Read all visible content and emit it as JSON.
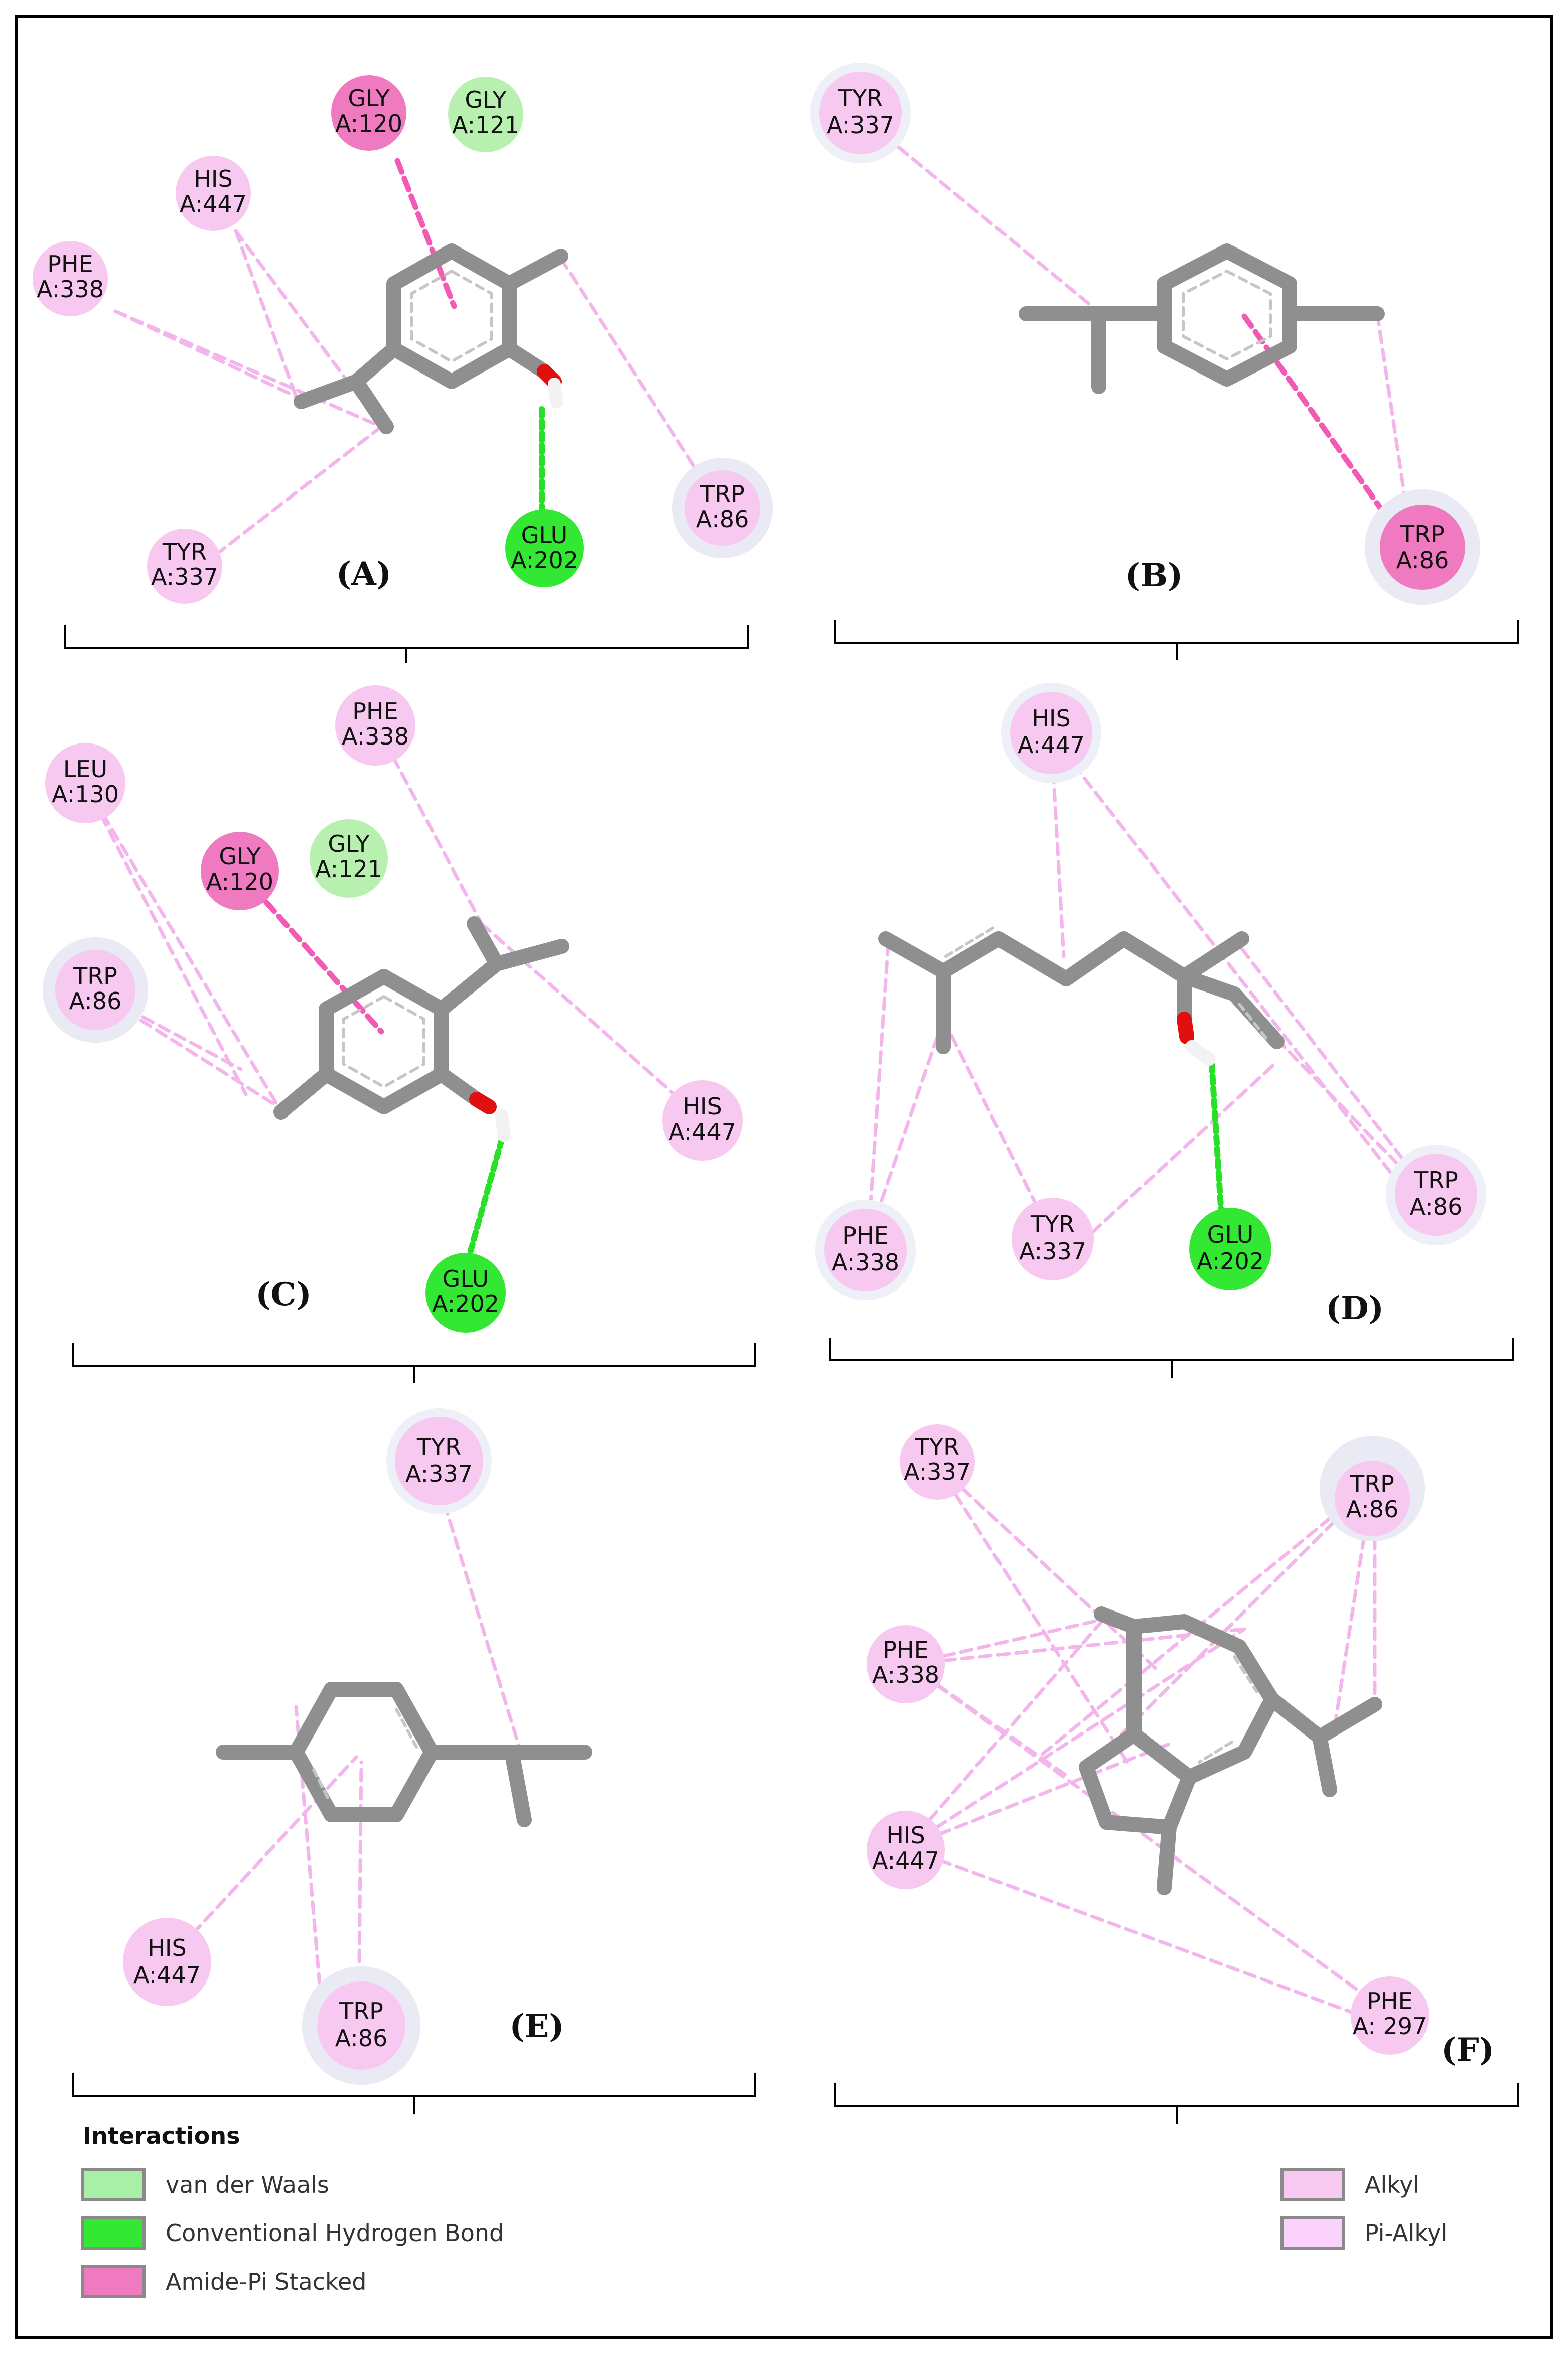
{
  "colors": {
    "van_der_waals": "#a8f0a8",
    "hbond": "#33e833",
    "amide_pi": "#f07ac0",
    "alkyl": "#f7c8f0",
    "pi_alkyl": "#fbd2fb",
    "halo": "#eaeaf4",
    "bond": "#8f8f8f",
    "oxygen": "#e01010",
    "hydrogen": "#f2f2f2"
  },
  "panels": [
    {
      "label": "(A)",
      "residues": [
        {
          "name": "GLY",
          "num": "A:120",
          "type": "amide_pi"
        },
        {
          "name": "GLY",
          "num": "A:121",
          "type": "van_der_waals"
        },
        {
          "name": "HIS",
          "num": "A:447",
          "type": "pi_alkyl"
        },
        {
          "name": "PHE",
          "num": "A:338",
          "type": "pi_alkyl"
        },
        {
          "name": "TRP",
          "num": "A:86",
          "type": "pi_alkyl"
        },
        {
          "name": "GLU",
          "num": "A:202",
          "type": "hbond"
        },
        {
          "name": "TYR",
          "num": "A:337",
          "type": "pi_alkyl"
        }
      ]
    },
    {
      "label": "(B)",
      "residues": [
        {
          "name": "TYR",
          "num": "A:337",
          "type": "pi_alkyl"
        },
        {
          "name": "TRP",
          "num": "A:86",
          "type": "amide_pi"
        }
      ]
    },
    {
      "label": "(C)",
      "residues": [
        {
          "name": "LEU",
          "num": "A:130",
          "type": "pi_alkyl"
        },
        {
          "name": "PHE",
          "num": "A:338",
          "type": "pi_alkyl"
        },
        {
          "name": "GLY",
          "num": "A:120",
          "type": "amide_pi"
        },
        {
          "name": "GLY",
          "num": "A:121",
          "type": "van_der_waals"
        },
        {
          "name": "TRP",
          "num": "A:86",
          "type": "pi_alkyl"
        },
        {
          "name": "HIS",
          "num": "A:447",
          "type": "pi_alkyl"
        },
        {
          "name": "GLU",
          "num": "A:202",
          "type": "hbond"
        }
      ]
    },
    {
      "label": "(D)",
      "residues": [
        {
          "name": "HIS",
          "num": "A:447",
          "type": "pi_alkyl"
        },
        {
          "name": "PHE",
          "num": "A:338",
          "type": "pi_alkyl"
        },
        {
          "name": "TYR",
          "num": "A:337",
          "type": "pi_alkyl"
        },
        {
          "name": "GLU",
          "num": "A:202",
          "type": "hbond"
        },
        {
          "name": "TRP",
          "num": "A:86",
          "type": "pi_alkyl"
        }
      ]
    },
    {
      "label": "(E)",
      "residues": [
        {
          "name": "TYR",
          "num": "A:337",
          "type": "pi_alkyl"
        },
        {
          "name": "HIS",
          "num": "A:447",
          "type": "pi_alkyl"
        },
        {
          "name": "TRP",
          "num": "A:86",
          "type": "pi_alkyl"
        }
      ]
    },
    {
      "label": "(F)",
      "residues": [
        {
          "name": "TYR",
          "num": "A:337",
          "type": "pi_alkyl"
        },
        {
          "name": "TRP",
          "num": "A:86",
          "type": "pi_alkyl"
        },
        {
          "name": "PHE",
          "num": "A:338",
          "type": "pi_alkyl"
        },
        {
          "name": "HIS",
          "num": "A:447",
          "type": "pi_alkyl"
        },
        {
          "name": "PHE",
          "num": "A: 297",
          "type": "pi_alkyl"
        }
      ]
    }
  ],
  "legend": {
    "title": "Interactions",
    "items": [
      {
        "key": "van_der_waals",
        "label": "van der Waals"
      },
      {
        "key": "hbond",
        "label": "Conventional Hydrogen Bond"
      },
      {
        "key": "amide_pi",
        "label": "Amide-Pi Stacked"
      },
      {
        "key": "alkyl",
        "label": "Alkyl"
      },
      {
        "key": "pi_alkyl",
        "label": "Pi-Alkyl"
      }
    ]
  }
}
